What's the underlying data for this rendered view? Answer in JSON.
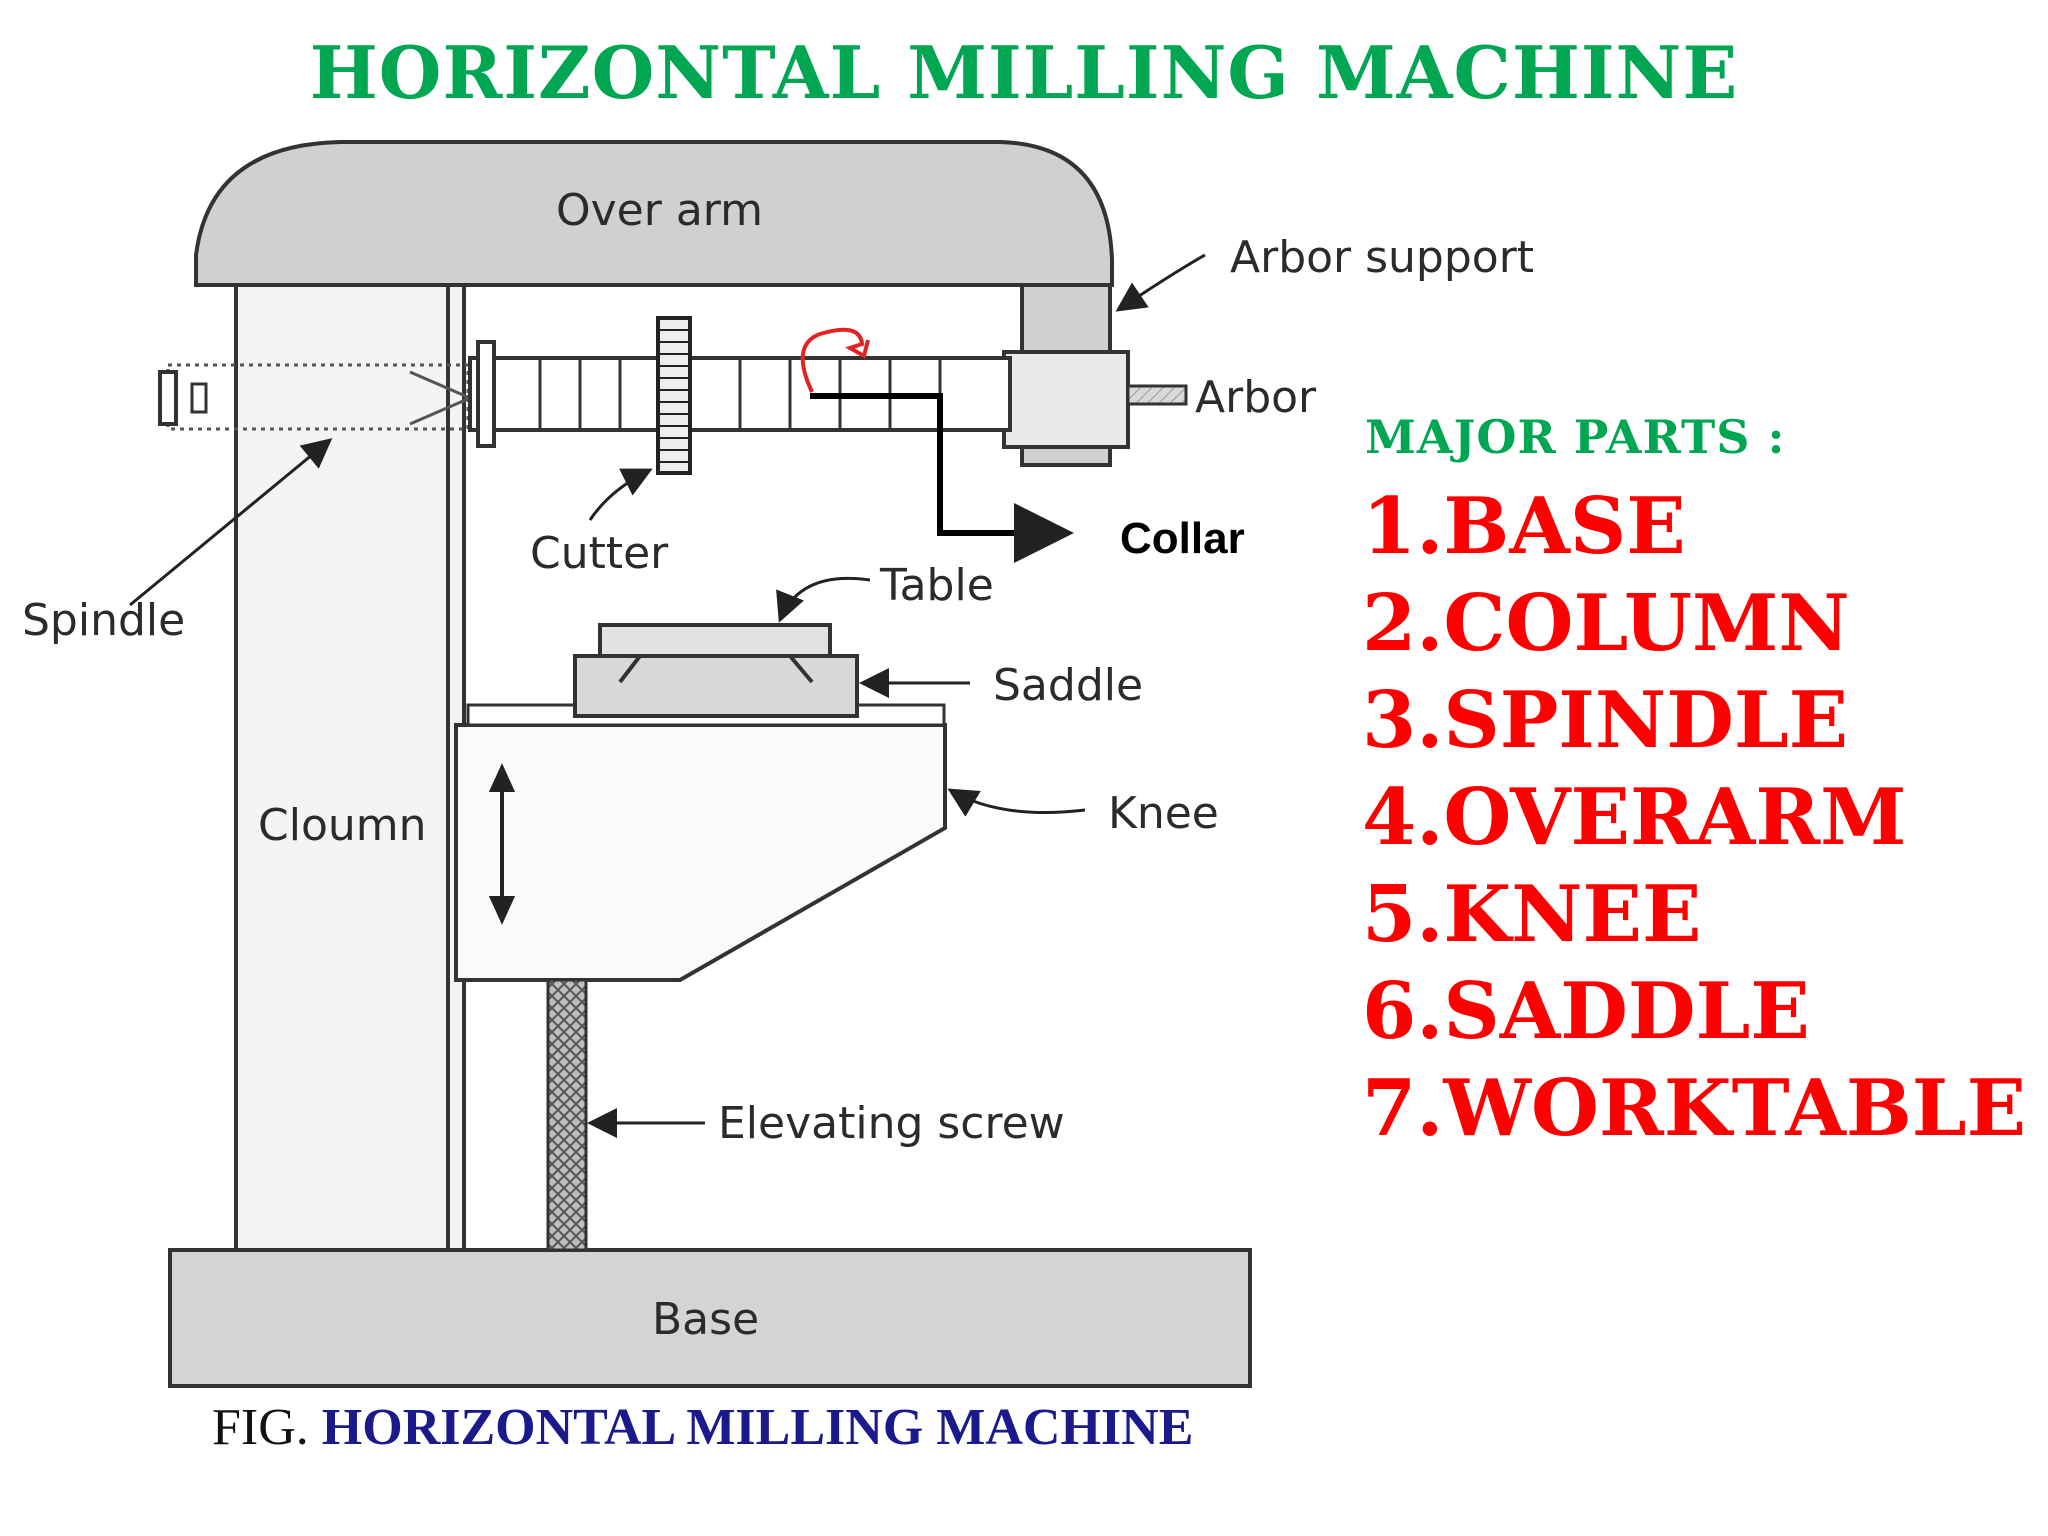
{
  "title": "HORIZONTAL MILLING MACHINE",
  "diagram_labels": {
    "over_arm": "Over arm",
    "arbor_support": "Arbor support",
    "arbor": "Arbor",
    "spindle": "Spindle",
    "cutter": "Cutter",
    "collar": "Collar",
    "table": "Table",
    "saddle": "Saddle",
    "knee": "Knee",
    "column": "Cloumn",
    "elevating_screw": "Elevating screw",
    "base": "Base"
  },
  "parts": {
    "heading": "MAJOR PARTS :",
    "items": [
      "1.BASE",
      "2.COLUMN",
      "3.SPINDLE",
      "4.OVERARM",
      "5.KNEE",
      "6.SADDLE",
      "7.WORKTABLE"
    ]
  },
  "caption": {
    "prefix": "FIG.",
    "title": "HORIZONTAL MILLING MACHINE"
  },
  "colors": {
    "title": "#00a651",
    "parts_items": "#ff0000",
    "caption_title": "#1a1a8c",
    "rotation_arrow": "#e32222"
  }
}
